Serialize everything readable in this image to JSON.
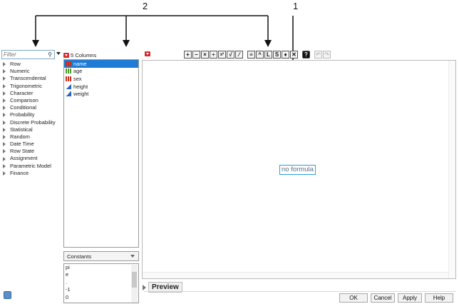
{
  "callouts": {
    "label_1": "1",
    "label_2": "2"
  },
  "functions_panel": {
    "filter_placeholder": "Filter",
    "categories": [
      "Row",
      "Numeric",
      "Transcendental",
      "Trigonometric",
      "Character",
      "Comparison",
      "Conditional",
      "Probability",
      "Discrete Probability",
      "Statistical",
      "Random",
      "Date Time",
      "Row State",
      "Assignment",
      "Parametric Model",
      "Finance"
    ]
  },
  "columns_panel": {
    "header": "5 Columns",
    "columns": [
      {
        "name": "name",
        "icon": "nominal-red",
        "selected": true
      },
      {
        "name": "age",
        "icon": "ordinal-green",
        "selected": false
      },
      {
        "name": "sex",
        "icon": "nominal-red",
        "selected": false
      },
      {
        "name": "height",
        "icon": "continuous-blue",
        "selected": false
      },
      {
        "name": "weight",
        "icon": "continuous-blue",
        "selected": false
      }
    ]
  },
  "constants_panel": {
    "selected": "Constants",
    "items": [
      "pi",
      "e",
      ".",
      "-1",
      "0"
    ]
  },
  "formula_toolbar": {
    "icons": [
      "plus-icon",
      "minus-icon",
      "multiply-icon",
      "divide-icon",
      "power-icon",
      "root-icon",
      "fraction-icon",
      "list-icon",
      "caret-icon",
      "local-variable-icon",
      "subscript-icon",
      "peel-icon",
      "delete-icon",
      "help-icon",
      "undo-icon",
      "redo-icon"
    ],
    "glyphs": {
      "plus": "+",
      "minus": "−",
      "multiply": "×",
      "divide": "÷",
      "power": "x²",
      "root": "√",
      "fraction": "⁄",
      "list": "≡",
      "caret": "^",
      "local": "L",
      "subscript": "S",
      "peel": "♦",
      "delete": "✕",
      "help": "?",
      "undo": "↶",
      "redo": "↷"
    }
  },
  "formula_area": {
    "placeholder_text": "no formula"
  },
  "preview": {
    "label": "Preview"
  },
  "buttons": {
    "ok": "OK",
    "cancel": "Cancel",
    "apply": "Apply",
    "help": "Help"
  }
}
